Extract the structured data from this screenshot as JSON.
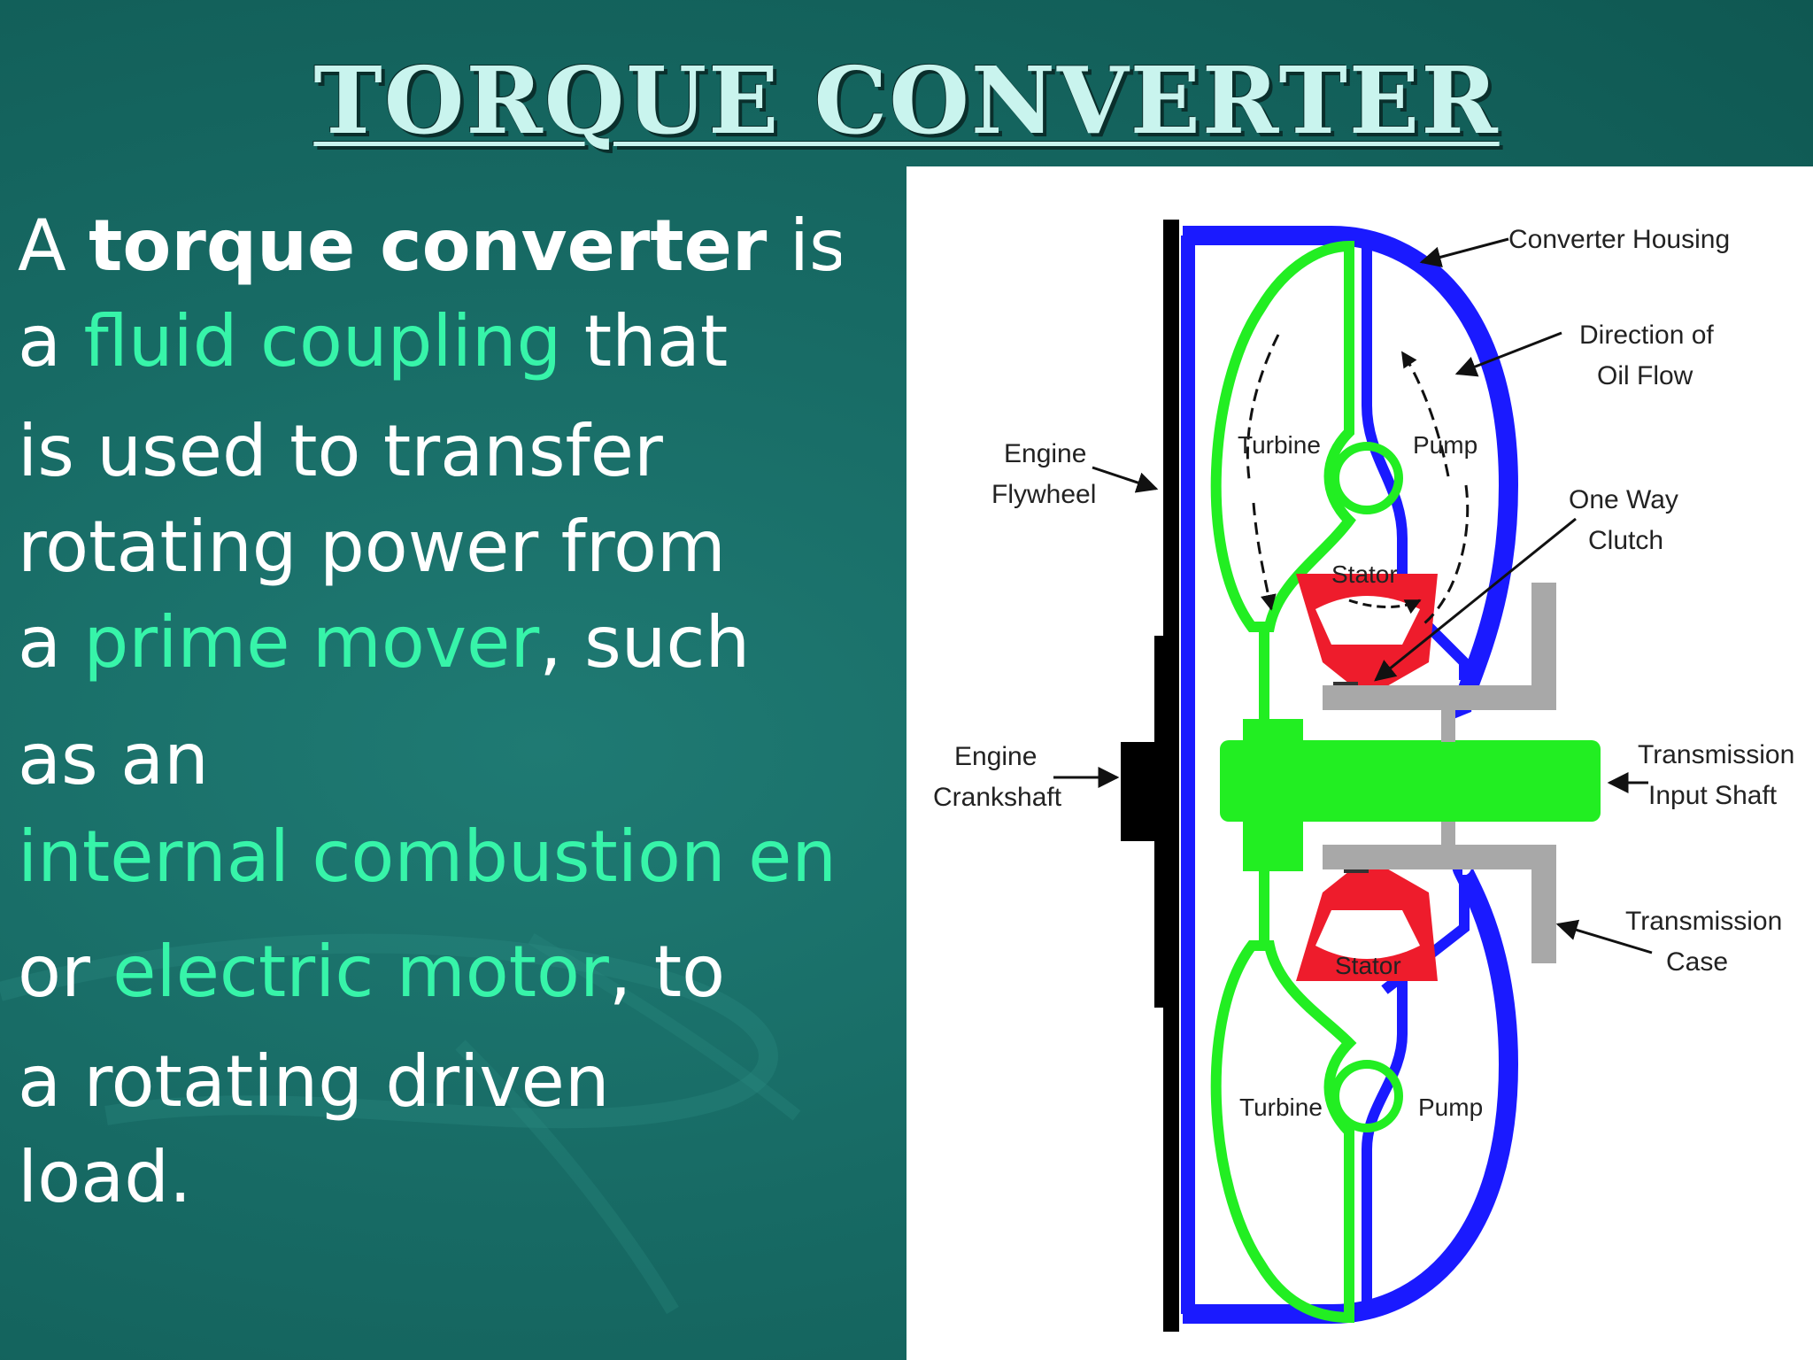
{
  "slide": {
    "title": "TORQUE CONVERTER",
    "paragraph": {
      "l1_a": "A ",
      "l1_b": "torque converter",
      "l1_c": " is",
      "l2_a": "a ",
      "l2_b": "fluid coupling",
      "l2_c": " that",
      "l3": "is used to transfer",
      "l4": "rotating power from",
      "l5_a": "a ",
      "l5_b": "prime mover",
      "l5_c": ", such",
      "l6": "as an",
      "l7": "internal combustion en",
      "l8_a": " or ",
      "l8_b": "electric motor",
      "l8_c": ", to",
      "l9": "a rotating driven",
      "l10": "load."
    }
  },
  "diagram": {
    "labels": {
      "converter_housing": "Converter Housing",
      "direction_1": "Direction of",
      "direction_2": "Oil Flow",
      "engine_flywheel_1": "Engine",
      "engine_flywheel_2": "Flywheel",
      "turbine_top": "Turbine",
      "pump_top": "Pump",
      "one_way_1": "One Way",
      "one_way_2": "Clutch",
      "stator_top": "Stator",
      "engine_crank_1": "Engine",
      "engine_crank_2": "Crankshaft",
      "trans_input_1": "Transmission",
      "trans_input_2": "Input Shaft",
      "trans_case_1": "Transmission",
      "trans_case_2": "Case",
      "stator_bottom": "Stator",
      "turbine_bottom": "Turbine",
      "pump_bottom": "Pump"
    },
    "colors": {
      "housing_pump": "#1a1aff",
      "turbine_shaft": "#22ee22",
      "stator": "#ee1c2c",
      "transmission_case": "#a8a8a8",
      "flywheel": "#000000"
    }
  }
}
